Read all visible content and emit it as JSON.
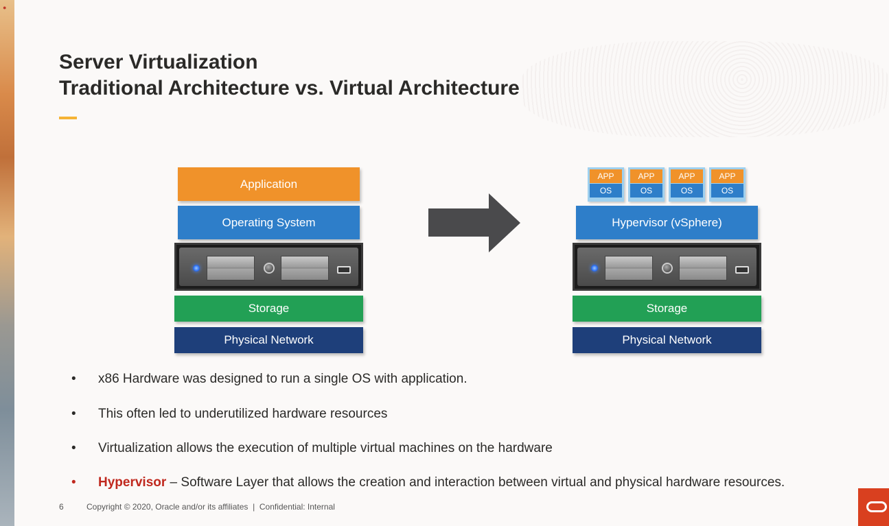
{
  "title": {
    "line1": "Server Virtualization",
    "line2": "Traditional Architecture vs. Virtual Architecture"
  },
  "traditional": {
    "application": "Application",
    "os": "Operating System",
    "storage": "Storage",
    "network": "Physical Network"
  },
  "virtual": {
    "vms": [
      {
        "app": "APP",
        "os": "OS"
      },
      {
        "app": "APP",
        "os": "OS"
      },
      {
        "app": "APP",
        "os": "OS"
      },
      {
        "app": "APP",
        "os": "OS"
      }
    ],
    "hypervisor": "Hypervisor (vSphere)",
    "storage": "Storage",
    "network": "Physical Network"
  },
  "bullets": [
    {
      "text": "x86 Hardware was designed to run a single OS with application."
    },
    {
      "text": "This often led to underutilized hardware resources"
    },
    {
      "text": "Virtualization allows the execution of multiple virtual machines on the hardware"
    },
    {
      "highlight": "Hypervisor",
      "text": " – Software Layer that allows the creation and interaction between virtual and physical hardware resources."
    }
  ],
  "bullet_symbol": "•",
  "footer": {
    "page_number": "6",
    "copyright": "Copyright © 2020, Oracle and/or its affiliates  |  Confidential: Internal"
  },
  "colors": {
    "accent": "#f5b335",
    "application": "#f0922a",
    "os": "#2e7ec9",
    "storage": "#22a055",
    "network": "#1e3f7a",
    "highlight": "#c0281e",
    "logo": "#d9401f"
  },
  "icons": [
    "server-hardware-icon",
    "right-arrow-icon",
    "oracle-logo-icon"
  ]
}
